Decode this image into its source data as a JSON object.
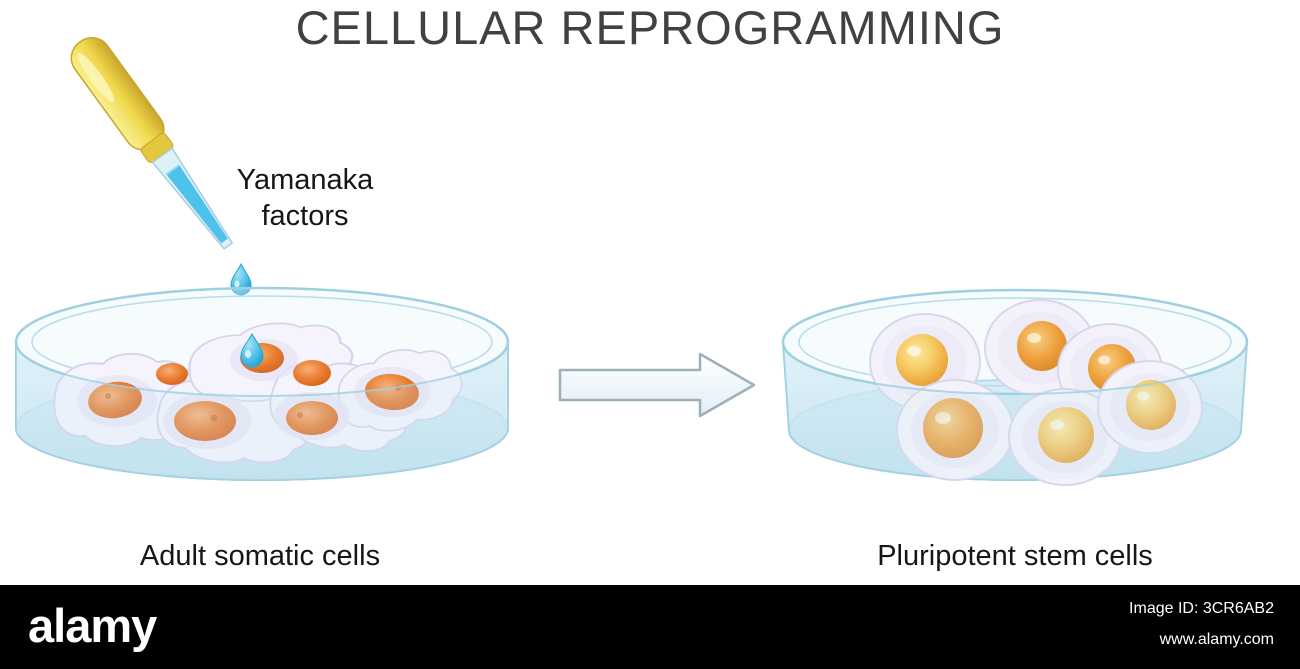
{
  "title": "CELLULAR REPROGRAMMING",
  "pipette": {
    "label_line1": "Yamanaka",
    "label_line2": "factors"
  },
  "dishes": {
    "left": {
      "label": "Adult somatic cells"
    },
    "right": {
      "label": "Pluripotent stem cells"
    }
  },
  "footer": {
    "brand": "alamy",
    "image_id": "Image ID: 3CR6AB2",
    "website": "www.alamy.com"
  },
  "colors": {
    "title_text": "#414141",
    "dish_glass_blue": "#cfe9f3",
    "dish_rim_stroke": "#9fcfe0",
    "somatic_nucleus_orange": "#e87c2e",
    "stem_yolk_yellow": "#f2b94d",
    "cell_body_white": "#f5f4fc",
    "pipette_yellow": "#efd74b",
    "liquid_blue": "#4ec2ea",
    "arrow_fill": "#ffffff",
    "arrow_outline": "#9bb0ba",
    "footer_bg": "#000000",
    "footer_text": "#ffffff"
  }
}
